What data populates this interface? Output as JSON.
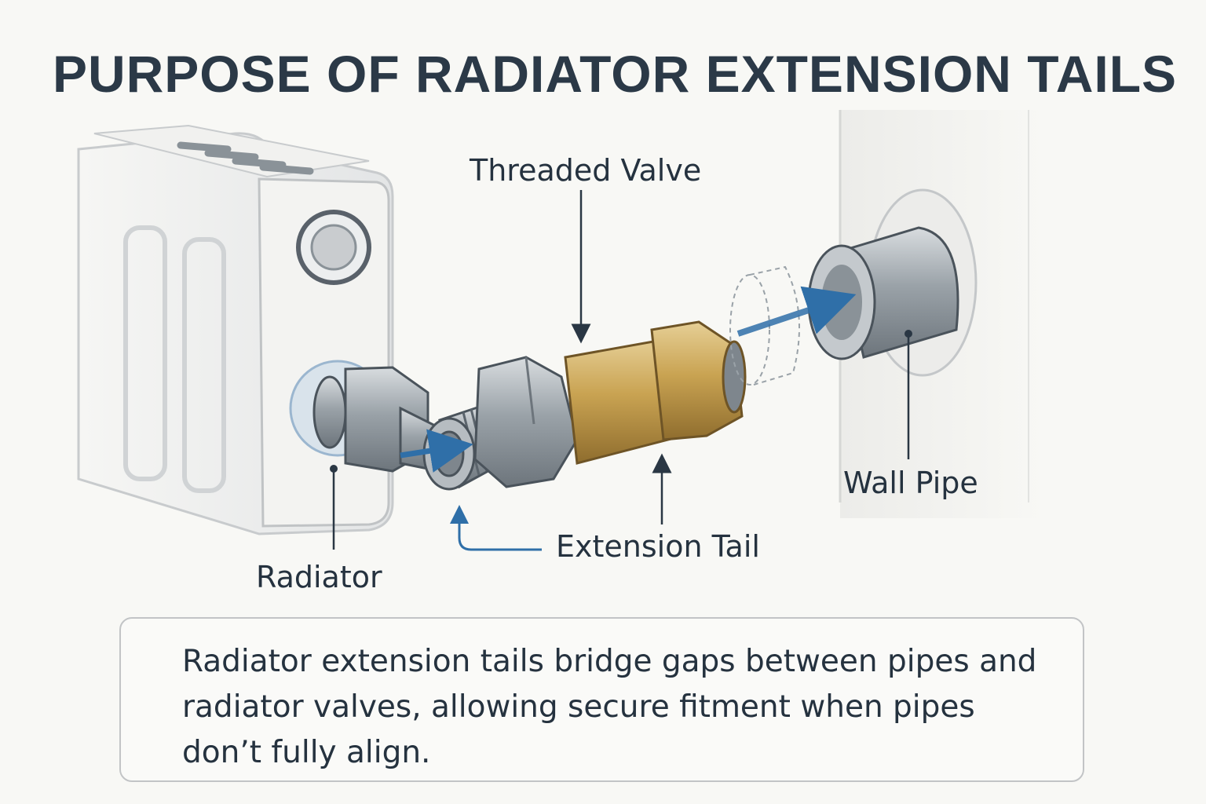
{
  "title": "PURPOSE OF RADIATOR EXTENSION TAILS",
  "labels": {
    "threaded_valve": "Threaded Valve",
    "extension_tail": "Extension Tail",
    "radiator": "Radiator",
    "wall_pipe": "Wall Pipe"
  },
  "caption": "Radiator extension tails bridge gaps between pipes and radiator valves, allowing secure fitment when pipes don’t fully align.",
  "colors": {
    "title": "#2b3947",
    "arrow": "#2f6fa8",
    "brass": "#c9a352",
    "steel": "#9aa2a8"
  }
}
